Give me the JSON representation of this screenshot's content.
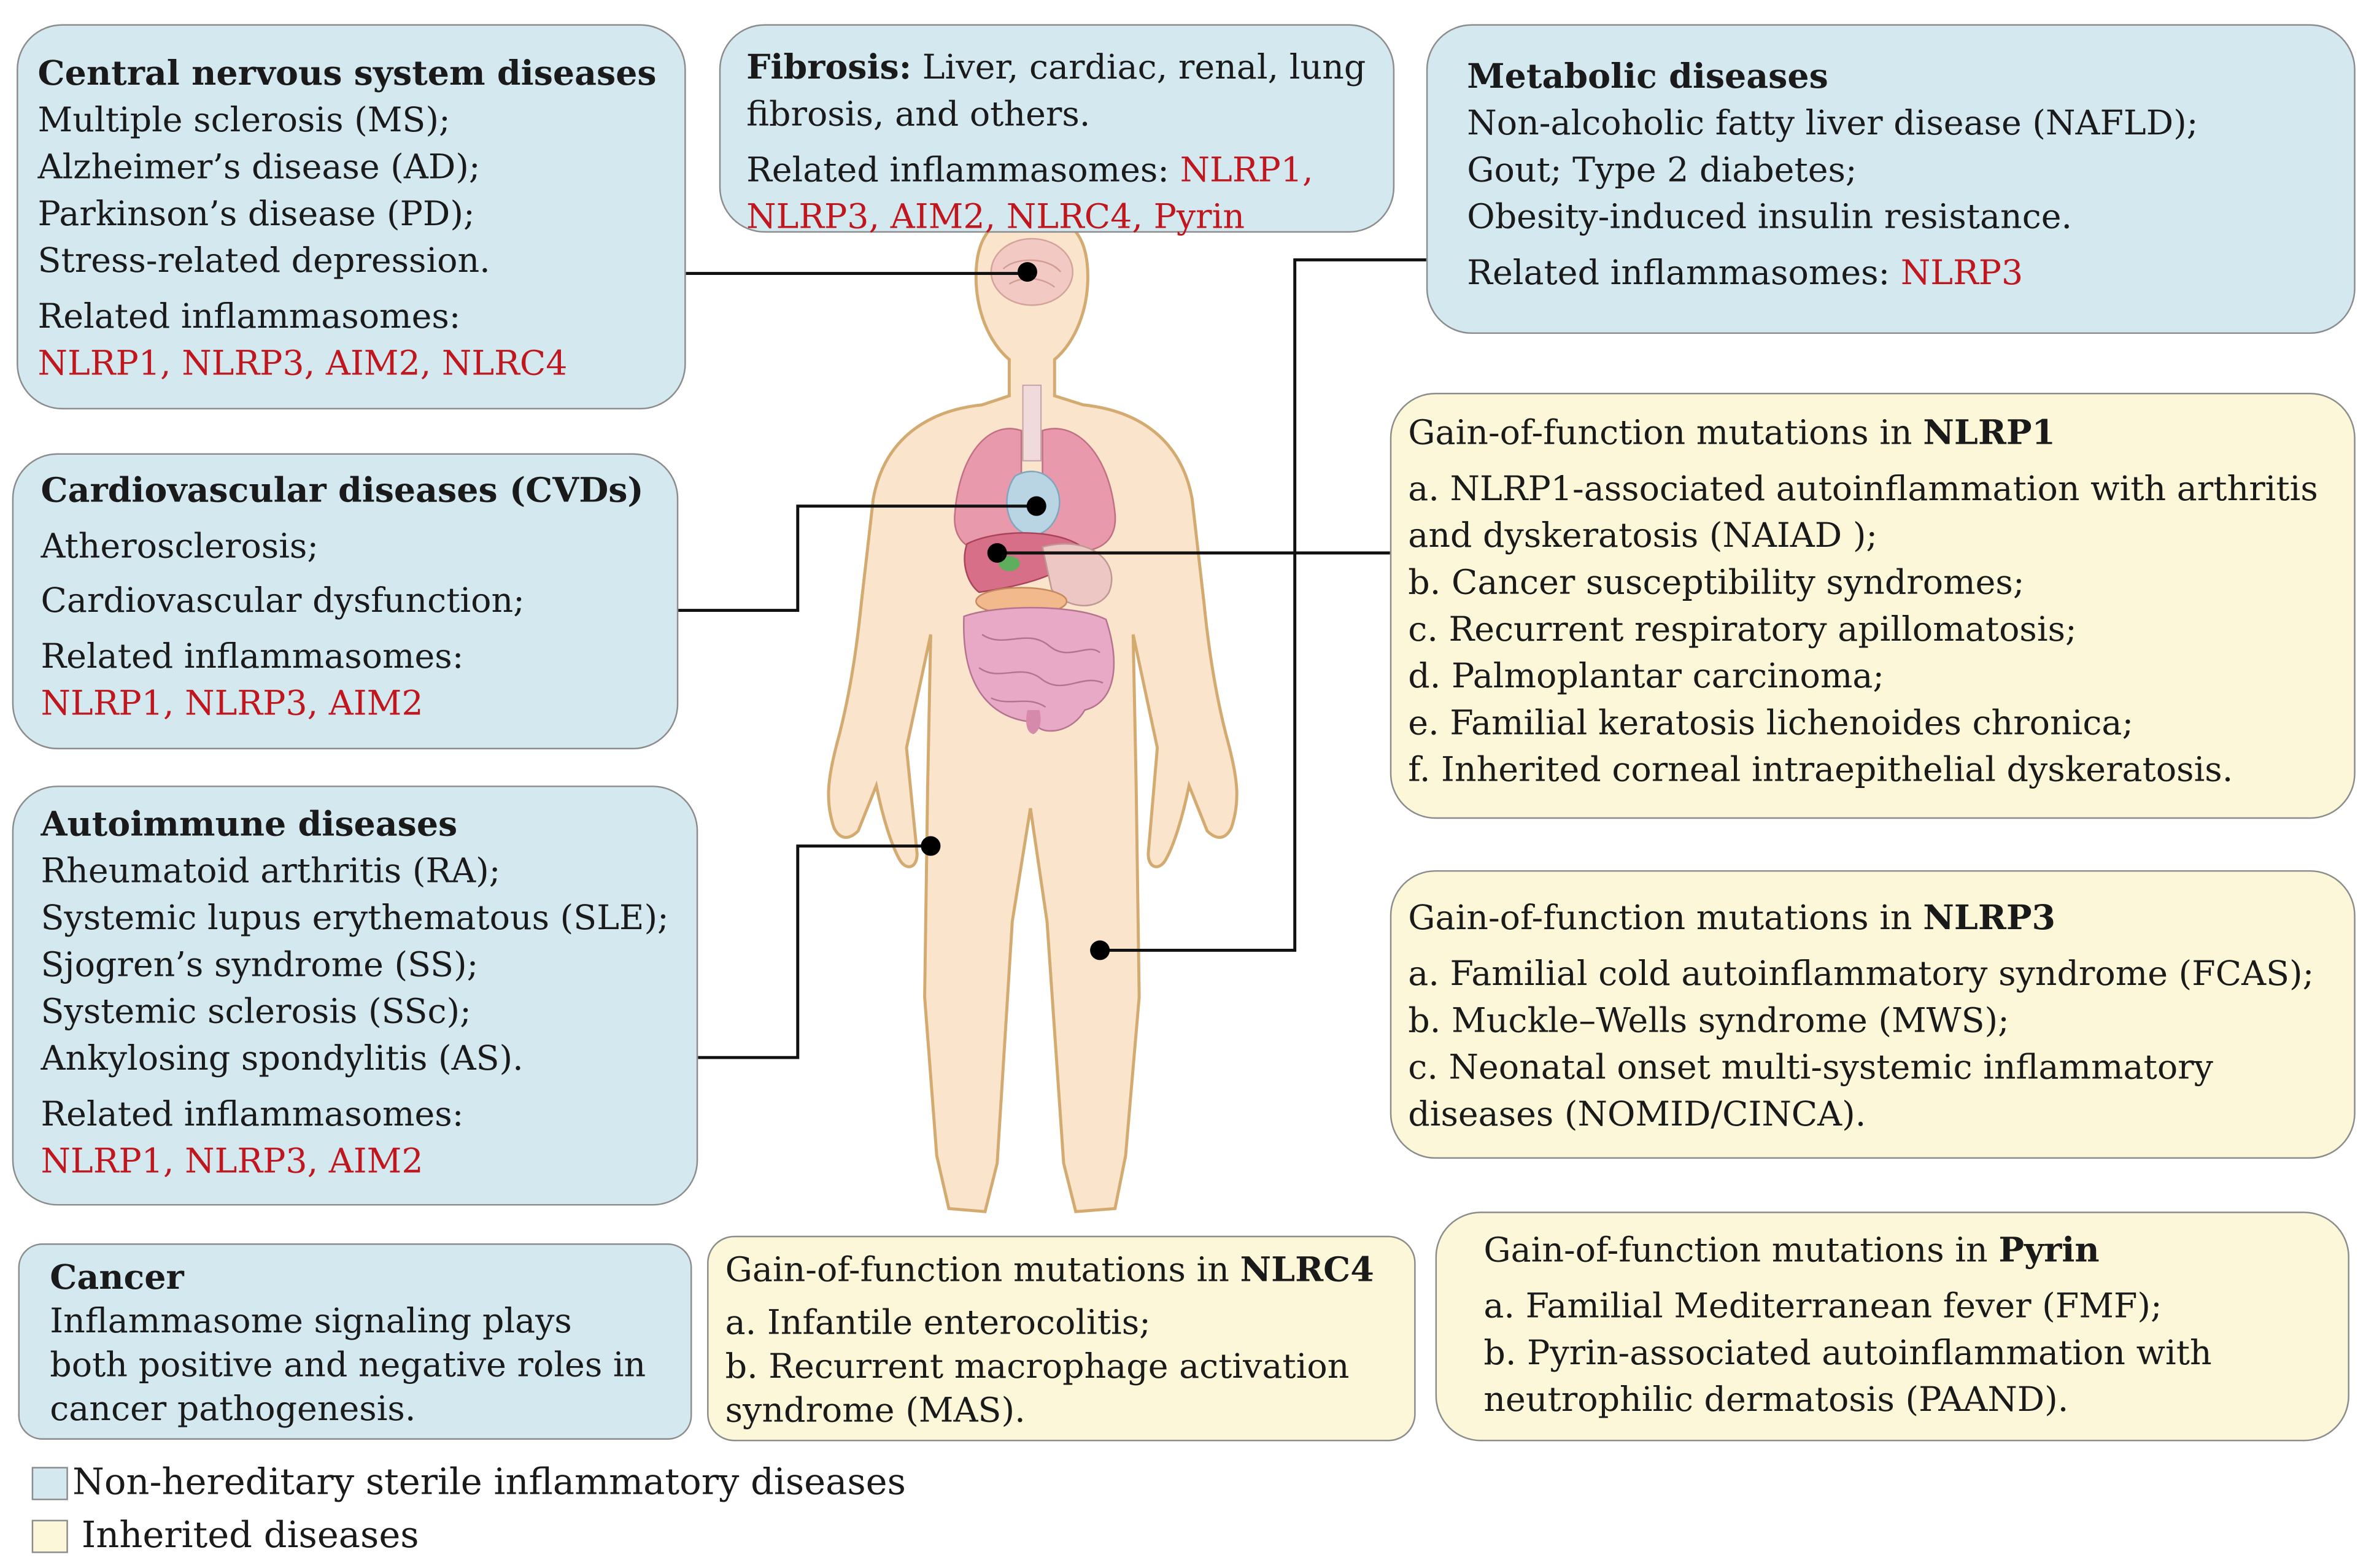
{
  "boxes": {
    "cns": {
      "title": "Central nervous system diseases",
      "items": [
        "Multiple sclerosis (MS);",
        "Alzheimer’s disease (AD);",
        "Parkinson’s disease (PD);",
        "Stress-related depression."
      ],
      "related_label": "Related inflammasomes:",
      "related": "NLRP1, NLRP3, AIM2, NLRC4"
    },
    "fibrosis": {
      "title": "Fibrosis:",
      "title_rest": " Liver, cardiac, renal, lung",
      "line2": "fibrosis, and others.",
      "related_label": "Related inflammasomes: ",
      "related_1": "NLRP1,",
      "related_2": "NLRP3, AIM2, NLRC4, Pyrin"
    },
    "metabolic": {
      "title": "Metabolic diseases",
      "items": [
        "Non-alcoholic fatty liver disease (NAFLD);",
        "Gout; Type 2 diabetes;",
        "Obesity-induced insulin resistance."
      ],
      "related_label": "Related inflammasomes: ",
      "related": "NLRP3"
    },
    "cvd": {
      "title": "Cardiovascular diseases (CVDs)",
      "items": [
        "Atherosclerosis;",
        "Cardiovascular dysfunction;"
      ],
      "related_label": "Related inflammasomes:",
      "related": "NLRP1, NLRP3, AIM2"
    },
    "autoimmune": {
      "title": "Autoimmune diseases",
      "items": [
        "Rheumatoid arthritis (RA);",
        "Systemic lupus erythematous (SLE);",
        "Sjogren’s syndrome (SS);",
        "Systemic sclerosis (SSc);",
        "Ankylosing spondylitis (AS)."
      ],
      "related_label": "Related inflammasomes:",
      "related": "NLRP1, NLRP3, AIM2"
    },
    "cancer": {
      "title": "Cancer",
      "lines": [
        "Inflammasome signaling plays",
        "both positive and negative roles in",
        "cancer pathogenesis."
      ]
    },
    "nlrp1": {
      "title_prefix": "Gain-of-function mutations in ",
      "title_bold": "NLRP1",
      "lines": [
        "a. NLRP1-associated autoinflammation with arthritis",
        "and dyskeratosis (NAIAD );",
        "b. Cancer susceptibility syndromes;",
        "c. Recurrent respiratory apillomatosis;",
        "d.  Palmoplantar carcinoma;",
        "e. Familial  keratosis lichenoides chronica;",
        "f. Inherited corneal intraepithelial dyskeratosis."
      ]
    },
    "nlrp3": {
      "title_prefix": "Gain-of-function mutations in ",
      "title_bold": "NLRP3",
      "lines": [
        "a. Familial cold autoinflammatory syndrome (FCAS);",
        "b. Muckle–Wells syndrome (MWS);",
        "c. Neonatal onset multi-systemic inflammatory",
        "diseases (NOMID/CINCA)."
      ]
    },
    "nlrc4": {
      "title_prefix": "Gain-of-function mutations in ",
      "title_bold": "NLRC4",
      "lines": [
        "a. Infantile enterocolitis;",
        "b. Recurrent macrophage activation",
        "syndrome (MAS)."
      ]
    },
    "pyrin": {
      "title_prefix": "Gain-of-function mutations in ",
      "title_bold": "Pyrin",
      "lines": [
        "a. Familial  Mediterranean fever (FMF);",
        "b. Pyrin-associated autoinflammation with",
        "neutrophilic dermatosis (PAAND)."
      ]
    }
  },
  "legend": {
    "items": [
      {
        "label": "Non-hereditary sterile inflammatory diseases",
        "color": "#d4e8ef"
      },
      {
        "label": "Inherited diseases",
        "color": "#fcf7d9"
      }
    ]
  },
  "colors": {
    "non_hereditary_fill": "#d4e8ef",
    "inherited_fill": "#fcf7d9",
    "inflammasome_text": "#c0161d",
    "body_fill": "#fae4cc",
    "body_outline": "#d3aa70"
  }
}
